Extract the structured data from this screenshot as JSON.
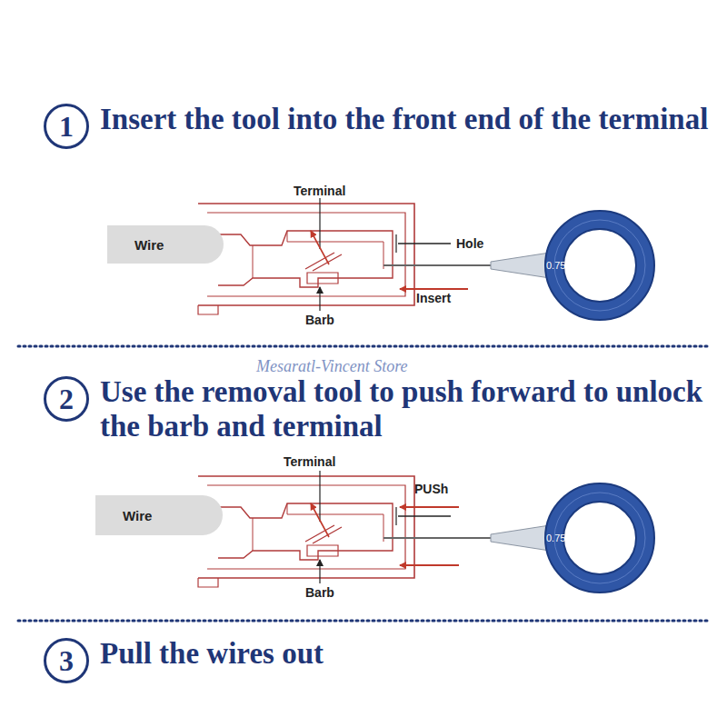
{
  "diagram": {
    "nodes": [
      {
        "text": [
          "1",
          "Insert the tool into the front end of the terminal"
        ]
      },
      {
        "text": [
          "Wire"
        ]
      },
      {
        "text": [
          "2",
          "Use the removal tool to push forward to unlock the barb and terminal"
        ]
      },
      {
        "text": [
          "Wire"
        ]
      },
      {
        "text": [
          "3",
          "Pull the wires out"
        ]
      }
    ],
    "labels": [
      "Terminal",
      "Hole",
      "Insert",
      "Barb",
      "0.75",
      "Mesaratl-Vincent Store",
      "Terminal",
      "PUSh",
      "Barb",
      "0.75"
    ]
  }
}
